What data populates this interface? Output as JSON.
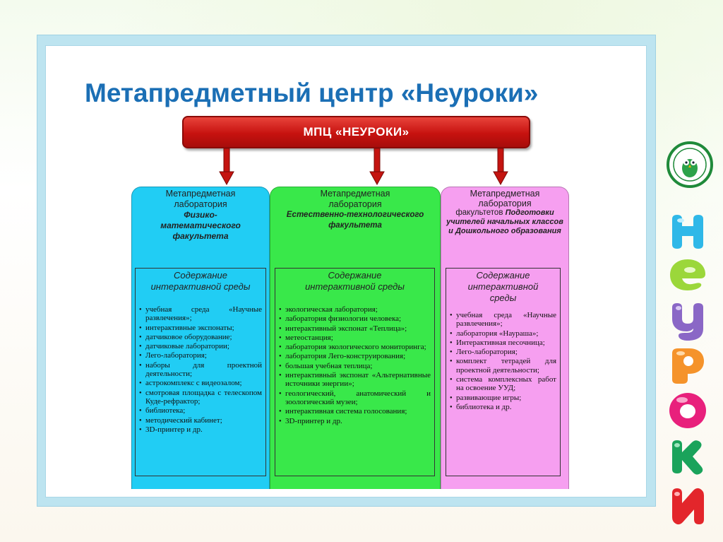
{
  "title": "Метапредметный центр «Неуроки»",
  "top_box": "МПЦ «НЕУРОКИ»",
  "colors": {
    "title": "#1b6fb5",
    "top_box": "#c7120f",
    "col_blue": "#21cdf4",
    "col_green": "#39e84a",
    "col_pink": "#f69ff0"
  },
  "columns": [
    {
      "lab_line1": "Метапредметная",
      "lab_line2": "лаборатория",
      "faculty": "Физико-математического факультета",
      "content_heading": "Содержание интерактивной среды",
      "items": [
        "учебная среда «Научные развлечения»;",
        "интерактивные экспонаты;",
        "датчиковое оборудование;",
        "датчиковые лаборатории;",
        "Лего-лаборатория;",
        "наборы для проектной деятельности;",
        "астрокомплекс с видеозалом;",
        "смотровая площадка с телескопом Куде-рефрактор;",
        "библиотека;",
        "методический кабинет;",
        "3D-принтер и др."
      ]
    },
    {
      "lab_line1": "Метапредметная",
      "lab_line2": "лаборатория",
      "faculty": "Естественно-технологического факультета",
      "content_heading": "Содержание интерактивной среды",
      "items": [
        "экологическая лаборатория;",
        "лаборатория физиологии человека;",
        "интерактивный экспонат «Теплица»;",
        "метеостанция;",
        "лаборатория экологического мониторинга;",
        "лаборатория Лего-конструирования;",
        "большая учебная теплица;",
        "интерактивный экспонат «Альтернативные источники энергии»;",
        "геологический, анатомический и зоологический музеи;",
        "интерактивная система голосования;",
        "3D-принтер и др."
      ]
    },
    {
      "lab_line1": "Метапредметная",
      "lab_line2": "лаборатория",
      "lab_line3": "факультетов",
      "faculty": "Подготовки учителей начальных классов и Дошкольного образования",
      "content_heading": "Содержание интерактивной среды",
      "items": [
        "учебная среда «Научные развлечения»;",
        "лаборатория «Наураша»;",
        "Интерактивная песочница;",
        "Лего-лаборатория;",
        "комплект тетрадей для проектной деятельности;",
        "система комплексных работ на освоение УУД;",
        "развивающие игры;",
        "библиотека и др."
      ]
    }
  ],
  "icons": [
    "owl-logo-icon",
    "letter-n-icon",
    "letter-e-icon",
    "letter-u-icon",
    "letter-r-icon",
    "letter-o-icon",
    "letter-k-icon",
    "letter-i-icon"
  ]
}
